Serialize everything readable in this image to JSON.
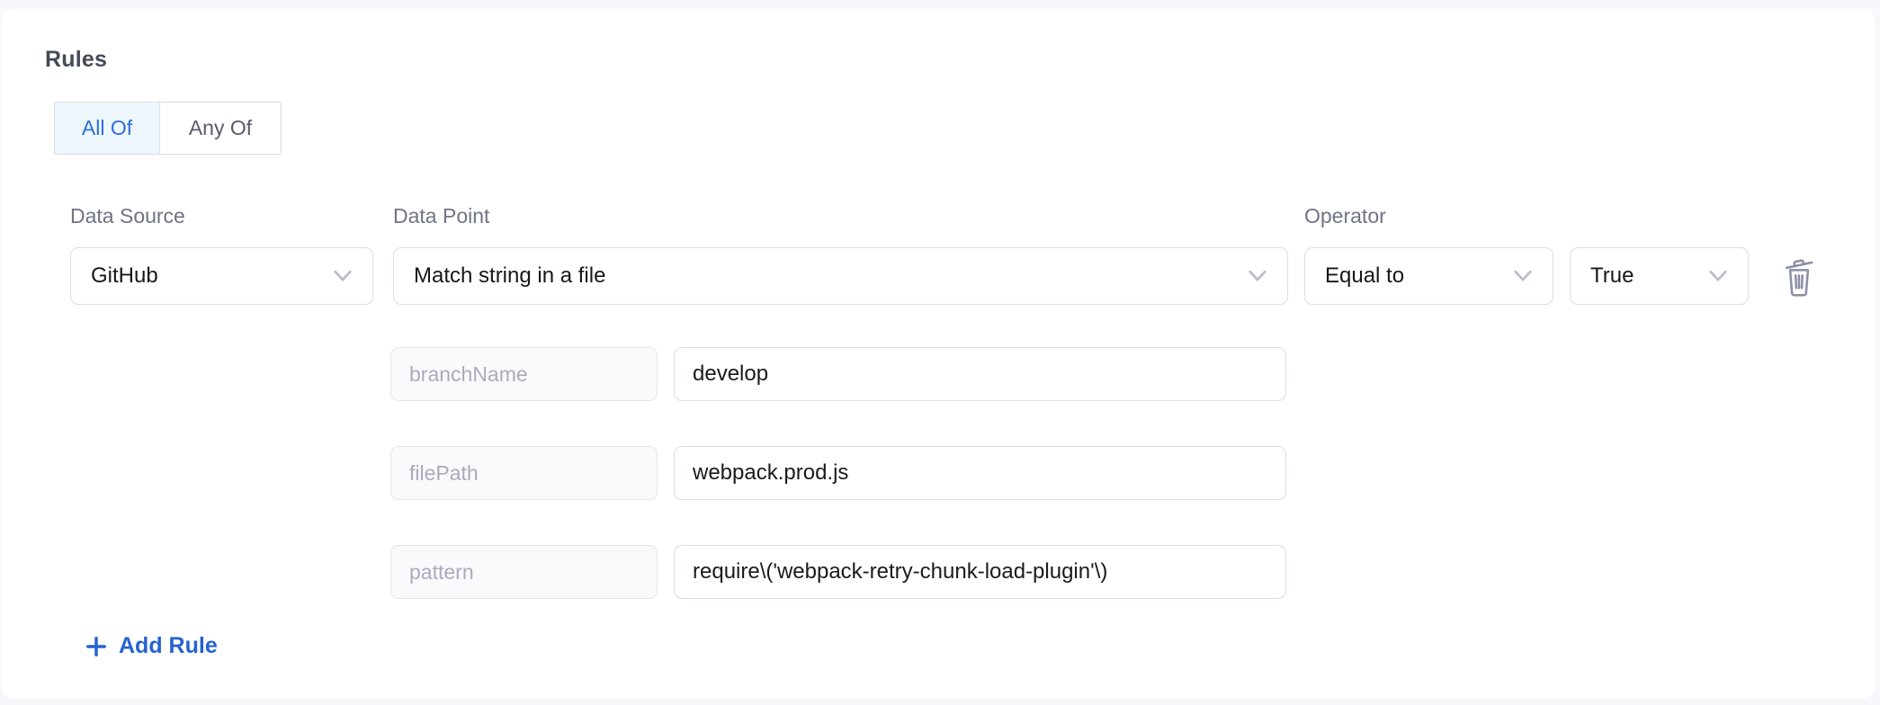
{
  "colors": {
    "page_background": "#f7f8fc",
    "card_background": "#ffffff",
    "accent_blue": "#2e6fd5",
    "selected_segment_background": "#edf6fb",
    "add_rule_blue": "#2563cf",
    "muted_key_text": "#a9abbf",
    "icon_gray": "#8b8fa5"
  },
  "rules_section": {
    "title": "Rules",
    "match_toggle": {
      "options": [
        {
          "label": "All Of",
          "selected": true
        },
        {
          "label": "Any Of",
          "selected": false
        }
      ]
    },
    "rule": {
      "data_source": {
        "label": "Data Source",
        "value": "GitHub"
      },
      "data_point": {
        "label": "Data Point",
        "value": "Match string in a file"
      },
      "operator": {
        "label": "Operator",
        "value": "Equal to"
      },
      "operand": {
        "value": "True"
      },
      "delete_icon": "trash-icon",
      "parameters": [
        {
          "key": "branchName",
          "value": "develop"
        },
        {
          "key": "filePath",
          "value": "webpack.prod.js"
        },
        {
          "key": "pattern",
          "value": "require\\('webpack-retry-chunk-load-plugin'\\)"
        }
      ]
    },
    "add_rule": {
      "label": "Add Rule"
    }
  }
}
